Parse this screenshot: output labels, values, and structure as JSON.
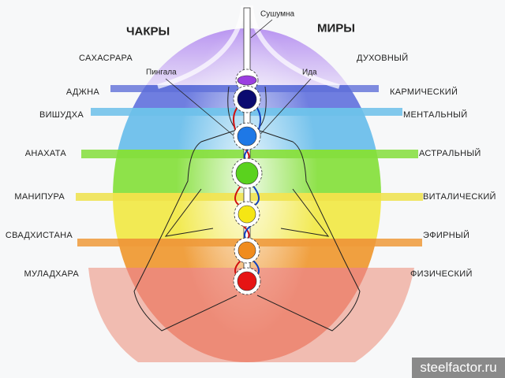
{
  "headings": {
    "chakras": "ЧАКРЫ",
    "worlds": "МИРЫ"
  },
  "channels": {
    "sushumna": "Сушумна",
    "pingala": "Пингала",
    "ida": "Ида"
  },
  "chakras": [
    {
      "name": "САХАСРАРА",
      "world": "ДУХОВНЫЙ",
      "color": "#9b3fe0"
    },
    {
      "name": "АДЖНА",
      "world": "КАРМИЧЕСКИЙ",
      "color": "#0a0a70"
    },
    {
      "name": "ВИШУДХА",
      "world": "МЕНТАЛЬНЫЙ",
      "color": "#1e78e6"
    },
    {
      "name": "АНАХАТА",
      "world": "АСТРАЛЬНЫЙ",
      "color": "#5ad21e"
    },
    {
      "name": "МАНИПУРА",
      "world": "ВИТАЛИЧЕСКИЙ",
      "color": "#f5e614"
    },
    {
      "name": "СВАДХИСТАНА",
      "world": "ЭФИРНЫЙ",
      "color": "#f08c1e"
    },
    {
      "name": "МУЛАДХАРА",
      "world": "ФИЗИЧЕСКИЙ",
      "color": "#e61414"
    }
  ],
  "watermark": "steelfactor.ru"
}
